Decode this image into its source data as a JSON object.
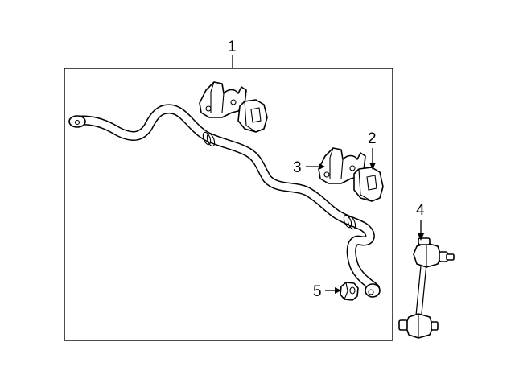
{
  "callouts": {
    "one": "1",
    "two": "2",
    "three": "3",
    "four": "4",
    "five": "5"
  },
  "colors": {
    "line": "#000000",
    "background": "#ffffff"
  }
}
